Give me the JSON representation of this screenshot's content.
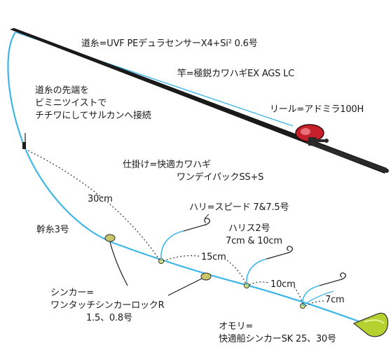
{
  "labels": {
    "line": "道糸=UVF PEデュラセンサーX4+Si² 0.6号",
    "rod": "竿=極鋭カワハギEX AGS LC",
    "reel": "リール=アドミラ100H",
    "line_end": [
      "道糸の先端を",
      "ビミニツイストで",
      "チチワにしてサルカンへ接続"
    ],
    "rig": [
      "仕掛け=快適カワハギ",
      "ワンデイパックSS+S"
    ],
    "trunk": "幹糸3号",
    "hook": "ハリ=スピード 7&7.5号",
    "harisu": [
      "ハリス2号",
      "7cm & 10cm"
    ],
    "sinker": [
      "シンカー=",
      "ワンタッチシンカーロックR",
      "1.5、0.8号"
    ],
    "weight": [
      "オモリ=",
      "快適船シンカーSK 25、30号"
    ]
  },
  "measures": {
    "d30": "30cm",
    "d15": "15cm",
    "d10": "10cm",
    "d7": "7cm"
  },
  "colors": {
    "line": "#3fb6e8",
    "rod": "#1a1a1a",
    "reel": "#c8202a",
    "sinker": "#b5d12f",
    "bead": "#c9c56a"
  }
}
